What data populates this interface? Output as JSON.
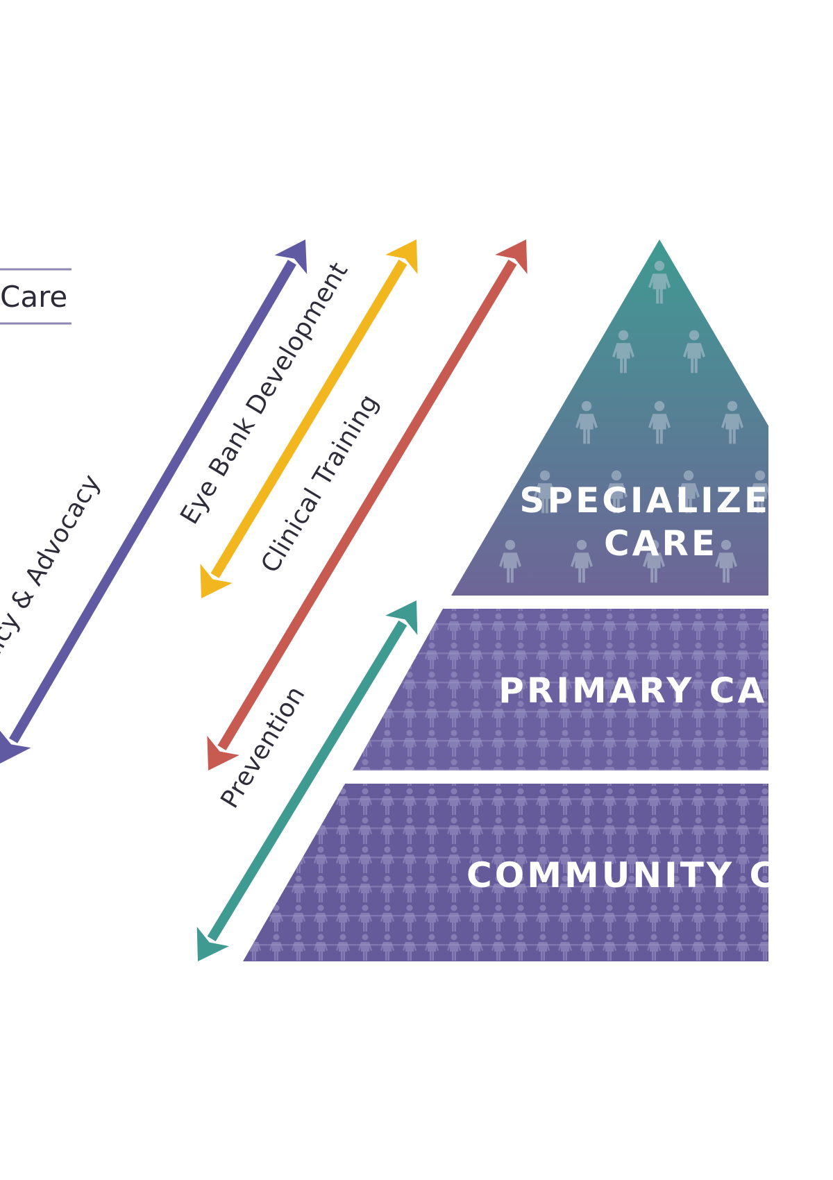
{
  "legend": {
    "label": "Care",
    "line_color": "#8f88b4"
  },
  "arrows": [
    {
      "id": "policy",
      "label": "Policy & Advocacy",
      "color": "#5f5aa2"
    },
    {
      "id": "eyebank",
      "label": "Eye Bank Development",
      "color": "#f2b61e"
    },
    {
      "id": "clinical",
      "label": "Clinical Training",
      "color": "#c75b52"
    },
    {
      "id": "prevention",
      "label": "Prevention",
      "color": "#3f9a92"
    }
  ],
  "pyramid": {
    "tiers": [
      {
        "id": "specialized",
        "lines": [
          "SPECIALIZED",
          "CARE"
        ],
        "top_color": "#3f9a92",
        "bottom_color": "#6e6597"
      },
      {
        "id": "primary",
        "lines": [
          "PRIMARY CARE"
        ],
        "color": "#6b61a0"
      },
      {
        "id": "community",
        "lines": [
          "COMMUNITY CARE"
        ],
        "color": "#655b9b"
      }
    ]
  }
}
